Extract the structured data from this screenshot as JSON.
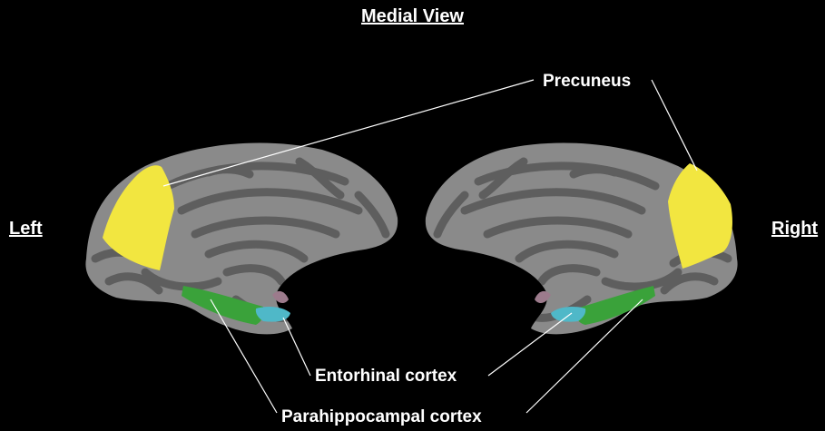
{
  "title": "Medial View",
  "hemispheres": {
    "left": "Left",
    "right": "Right"
  },
  "regions": {
    "precuneus": "Precuneus",
    "entorhinal": "Entorhinal cortex",
    "parahippocampal": "Parahippocampal cortex"
  },
  "colors": {
    "background": "#000000",
    "cortex": "#8a8a8a",
    "sulci": "#5e5e5e",
    "precuneus": "#f2e640",
    "parahippocampal": "#3aa23a",
    "entorhinal": "#4fb8c8",
    "text": "#ffffff"
  }
}
